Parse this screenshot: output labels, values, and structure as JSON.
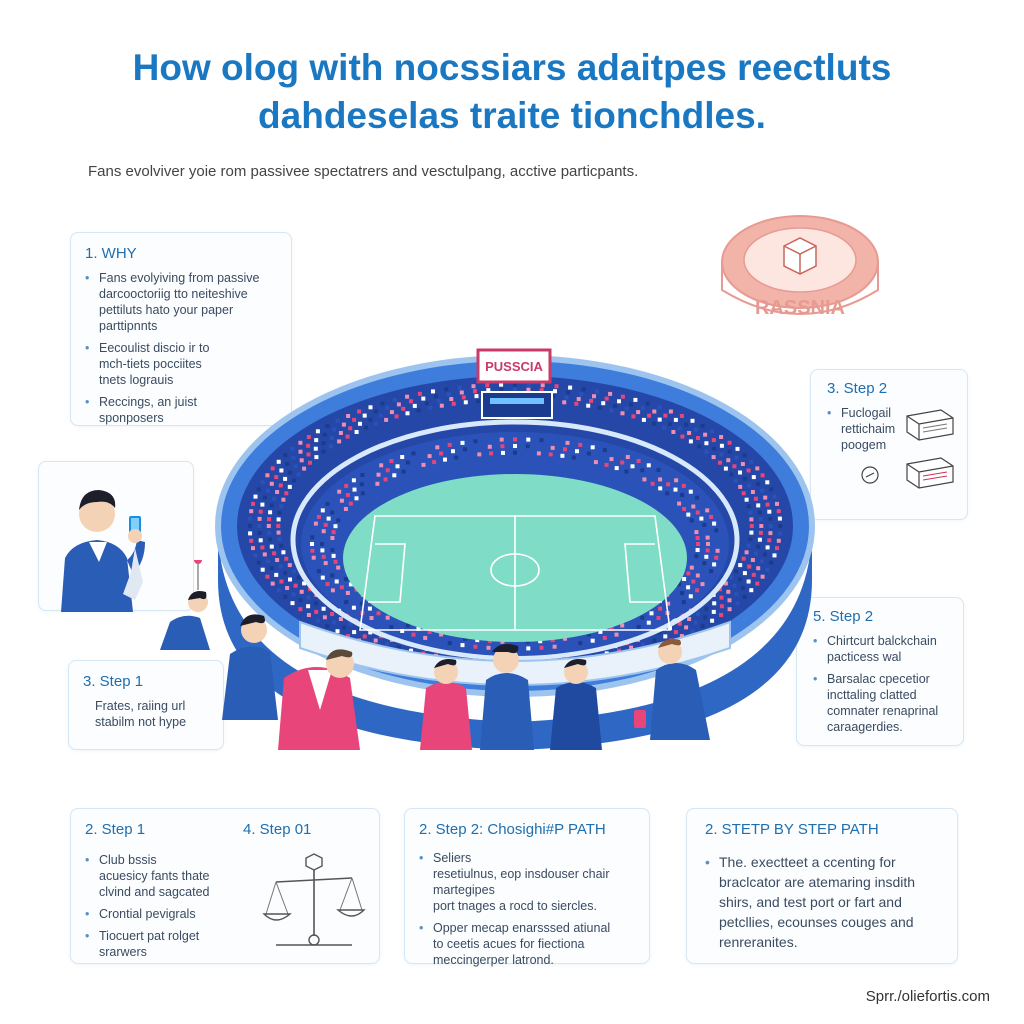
{
  "header": {
    "title_line1": "How olog with nocssiars adaitpes reectluts",
    "title_line2": "dahdeselas traite tionchdles.",
    "subtitle": "Fans evolviver yoie rom passivee spectatrers and vesctulpang, acctive particpants."
  },
  "why_card": {
    "title": "1. WHY",
    "items": [
      "Fans evolyiving from passive\ndarcooctoriig tto neiteshive\npettiluts hato your paper\nparttipnnts",
      "Eecoulist discio ir to\nmch-tiets pocciites\ntnets lograuis",
      "Reccings, an juist\nsponposers"
    ]
  },
  "step1_left": {
    "title": "3. Step 1",
    "items": [
      "Frates, raiing url\nstabilm not hype"
    ]
  },
  "step2_top": {
    "title": "3. Step 2",
    "items": [
      "Fuclogail\nrettichaim\npoogem"
    ]
  },
  "step2_mid": {
    "title": "5. Step 2",
    "items": [
      "Chirtcurt balckchain\npacticess wal",
      "Barsalac cpecetior\nincttaling clatted\ncomnater renaprinal\ncaraagerdies."
    ]
  },
  "bottom_1": {
    "title": "2. Step 1",
    "title_2": "4. Step 01",
    "items": [
      "Club bssis\nacuesicy fants thate\nclvind and sagcated",
      "Crontial pevigrals",
      "Tiocuert pat rolget\nsrarwers"
    ]
  },
  "bottom_2": {
    "title": "2. Step 2: Chosighi#P PATH",
    "items": [
      "Seliers\nresetiulnus, eop insdouser chair\nmartegipes\nport tnages a rocd to siercles.",
      "Opper mecap enarsssed atiunal\nto ceetis acues for fiectiona\nmeccingerper latrond."
    ]
  },
  "bottom_3": {
    "title": "2. STETP BY STEP PATH",
    "items": [
      "The. exectteet a ccenting for\nbraclcator are atemaring insdith\nshirs, and test port or fart and\npetcllies, ecounses couges and\nrenreranites."
    ]
  },
  "stadium": {
    "banner": "PUSSCIA"
  },
  "badge": {
    "text": "RASSNIA"
  },
  "footer": {
    "credit": "Sprr./oliefortis.com"
  },
  "colors": {
    "accent": "#1a78c2",
    "pitch": "#7fdcc6",
    "crowd_red": "#e8457a",
    "crowd_blue": "#2a52b8"
  }
}
